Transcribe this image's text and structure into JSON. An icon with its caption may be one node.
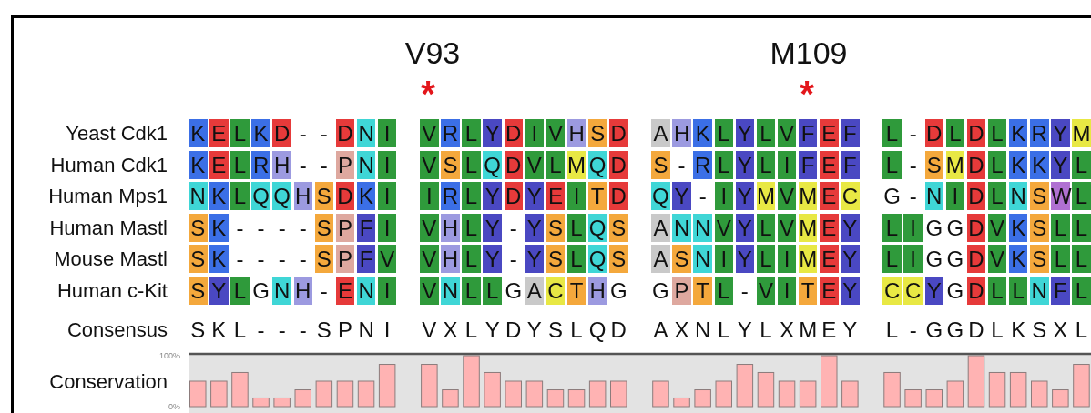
{
  "diagram": {
    "labels": [
      "V93",
      "*",
      "M109",
      "*",
      "Yeast Cdk1",
      "K",
      "E",
      "L",
      "K",
      "D",
      "-",
      "-",
      "D",
      "N",
      "I",
      "V",
      "R",
      "L",
      "Y",
      "D",
      "I",
      "V",
      "H",
      "S",
      "D",
      "A",
      "H",
      "K",
      "L",
      "Y",
      "L",
      "V",
      "F",
      "E",
      "F",
      "L",
      "-",
      "D",
      "L",
      "D",
      "L",
      "K",
      "R",
      "Y",
      "M",
      "Human Cdk1",
      "K",
      "E",
      "L",
      "R",
      "H",
      "-",
      "-",
      "P",
      "N",
      "I",
      "V",
      "S",
      "L",
      "Q",
      "D",
      "V",
      "L",
      "M",
      "Q",
      "D",
      "S",
      "-",
      "R",
      "L",
      "Y",
      "L",
      "I",
      "F",
      "E",
      "F",
      "L",
      "-",
      "S",
      "M",
      "D",
      "L",
      "K",
      "K",
      "Y",
      "L",
      "Human Mps1",
      "N",
      "K",
      "L",
      "Q",
      "Q",
      "H",
      "S",
      "D",
      "K",
      "I",
      "I",
      "R",
      "L",
      "Y",
      "D",
      "Y",
      "E",
      "I",
      "T",
      "D",
      "Q",
      "Y",
      "-",
      "I",
      "Y",
      "M",
      "V",
      "M",
      "E",
      "C",
      "G",
      "-",
      "N",
      "I",
      "D",
      "L",
      "N",
      "S",
      "W",
      "L",
      "Human Mastl",
      "S",
      "K",
      "-",
      "-",
      "-",
      "-",
      "S",
      "P",
      "F",
      "I",
      "V",
      "H",
      "L",
      "Y",
      "-",
      "Y",
      "S",
      "L",
      "Q",
      "S",
      "A",
      "N",
      "N",
      "V",
      "Y",
      "L",
      "V",
      "M",
      "E",
      "Y",
      "L",
      "I",
      "G",
      "G",
      "D",
      "V",
      "K",
      "S",
      "L",
      "L",
      "Mouse Mastl",
      "S",
      "K",
      "-",
      "-",
      "-",
      "-",
      "S",
      "P",
      "F",
      "V",
      "V",
      "H",
      "L",
      "Y",
      "-",
      "Y",
      "S",
      "L",
      "Q",
      "S",
      "A",
      "S",
      "N",
      "I",
      "Y",
      "L",
      "I",
      "M",
      "E",
      "Y",
      "L",
      "I",
      "G",
      "G",
      "D",
      "V",
      "K",
      "S",
      "L",
      "L",
      "Human c-Kit",
      "S",
      "Y",
      "L",
      "G",
      "N",
      "H",
      "-",
      "E",
      "N",
      "I",
      "V",
      "N",
      "L",
      "L",
      "G",
      "A",
      "C",
      "T",
      "H",
      "G",
      "G",
      "P",
      "T",
      "L",
      "-",
      "V",
      "I",
      "T",
      "E",
      "Y",
      "C",
      "C",
      "Y",
      "G",
      "D",
      "L",
      "L",
      "N",
      "F",
      "L",
      "Consensus",
      "S",
      "K",
      "L",
      "-",
      "-",
      "-",
      "S",
      "P",
      "N",
      "I",
      "V",
      "X",
      "L",
      "Y",
      "D",
      "Y",
      "S",
      "L",
      "Q",
      "D",
      "A",
      "X",
      "N",
      "L",
      "Y",
      "L",
      "X",
      "M",
      "E",
      "Y",
      "L",
      "-",
      "G",
      "G",
      "D",
      "L",
      "K",
      "S",
      "X",
      "L"
    ],
    "chart_data": {
      "type": "bar",
      "ylabel": "Conservation",
      "ylim": [
        0,
        100
      ],
      "yticks": [
        {
          "value": 0,
          "label": "0%"
        },
        {
          "value": 100,
          "label": "100%"
        }
      ],
      "categories": [
        null,
        null,
        null,
        null,
        null,
        null,
        null,
        null,
        null,
        null,
        null,
        null,
        null,
        null,
        null,
        null,
        null,
        null,
        null,
        null,
        null,
        null,
        null,
        null,
        null,
        null,
        null,
        null,
        null,
        null,
        null,
        null,
        null,
        null,
        null,
        null,
        null,
        null,
        null,
        null,
        null,
        null,
        null
      ],
      "values": [
        50,
        50,
        67,
        17,
        17,
        33,
        50,
        50,
        50,
        83,
        null,
        83,
        33,
        100,
        67,
        50,
        50,
        33,
        33,
        50,
        50,
        null,
        50,
        17,
        33,
        50,
        83,
        67,
        50,
        50,
        100,
        50,
        null,
        67,
        33,
        33,
        50,
        100,
        67,
        67,
        50,
        33,
        83
      ]
    }
  }
}
